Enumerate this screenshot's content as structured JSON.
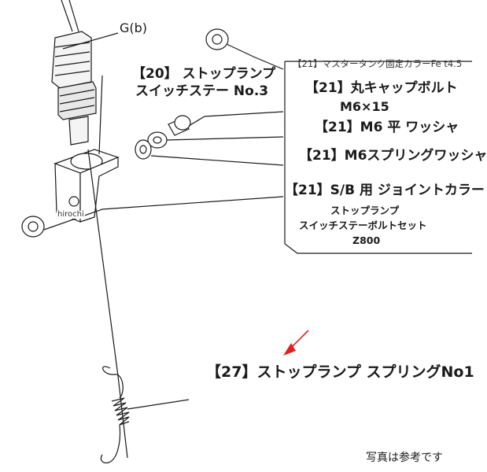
{
  "labels": {
    "g_b": "G(b)",
    "part20_line1": "【20】 ストップランプ",
    "part20_line2": "スイッチステー No.3",
    "part21_header": "【21】マスタータンク固定カラーFe t4.5",
    "part21_bolt": "【21】丸キャップボルト",
    "part21_bolt_size": "M6×15",
    "part21_washer": "【21】M6 平 ワッシャ",
    "part21_spring_washer": "【21】M6スプリングワッシャ",
    "part21_collar": "【21】S/B 用 ジョイントカラー",
    "set_line1": "ストップランプ",
    "set_line2": "スイッチステーボルトセット",
    "set_line3": "Z800",
    "part27": "【27】ストップランプ スプリングNo1",
    "watermark": "hirochi",
    "photo_note": "写真は参考です"
  },
  "colors": {
    "line": "#1a1a1a",
    "arrow": "#e02020",
    "background": "#ffffff"
  }
}
